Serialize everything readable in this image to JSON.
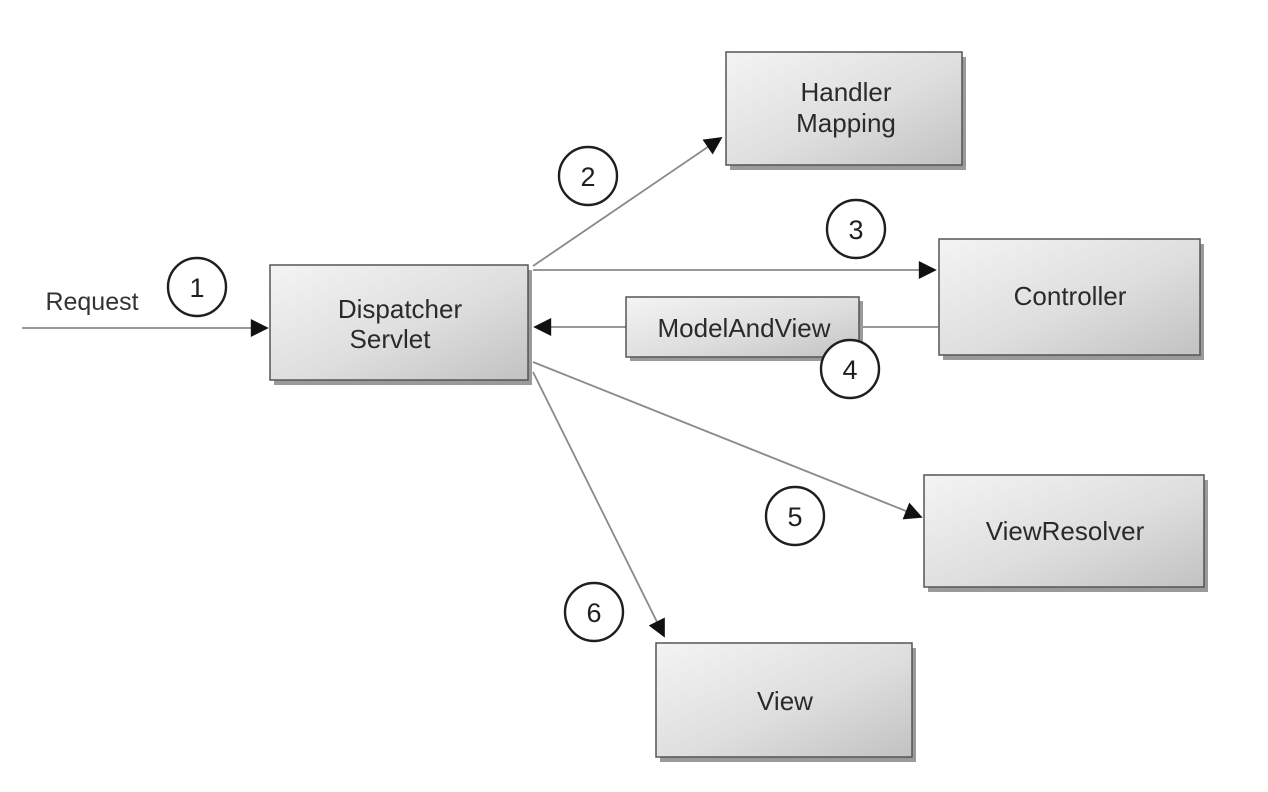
{
  "diagram": {
    "request_label": "Request",
    "boxes": {
      "dispatcher_line1": "Dispatcher",
      "dispatcher_line2": "Servlet",
      "handler_line1": "Handler",
      "handler_line2": "Mapping",
      "controller": "Controller",
      "model_and_view": "ModelAndView",
      "view_resolver": "ViewResolver",
      "view": "View"
    },
    "steps": {
      "s1": "1",
      "s2": "2",
      "s3": "3",
      "s4": "4",
      "s5": "5",
      "s6": "6"
    }
  }
}
